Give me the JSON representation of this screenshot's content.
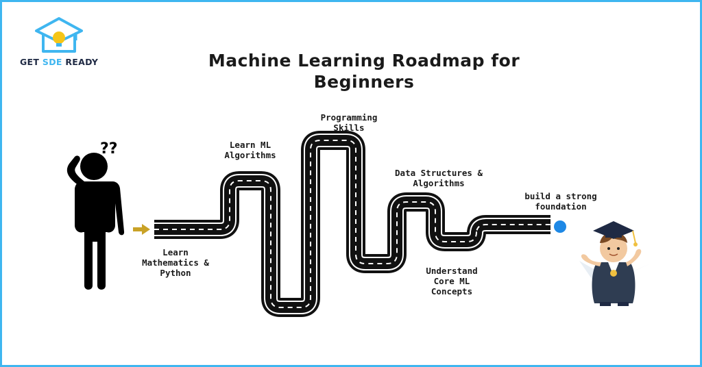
{
  "logo": {
    "text_main": "GET ",
    "text_accent": "SDE",
    "text_tail": " READY"
  },
  "title": "Machine Learning Roadmap for Beginners",
  "thinker": {
    "question_marks": "??"
  },
  "steps": [
    {
      "id": "math",
      "label": "Learn\nMathematics &\nPython"
    },
    {
      "id": "ml",
      "label": "Learn ML\nAlgorithms"
    },
    {
      "id": "prog",
      "label": "Programming\nSkills"
    },
    {
      "id": "ds",
      "label": "Data Structures &\nAlgorithms"
    },
    {
      "id": "core",
      "label": "Understand\nCore ML\nConcepts"
    },
    {
      "id": "found",
      "label": "build a strong\nfoundation"
    }
  ],
  "colors": {
    "border": "#3fb6f0",
    "road": "#111111",
    "road_marking": "#ffffff",
    "arrow": "#c9a227",
    "goal_dot": "#1e88e5",
    "logo_accent": "#3fb6f0",
    "logo_bulb": "#f5c518"
  }
}
